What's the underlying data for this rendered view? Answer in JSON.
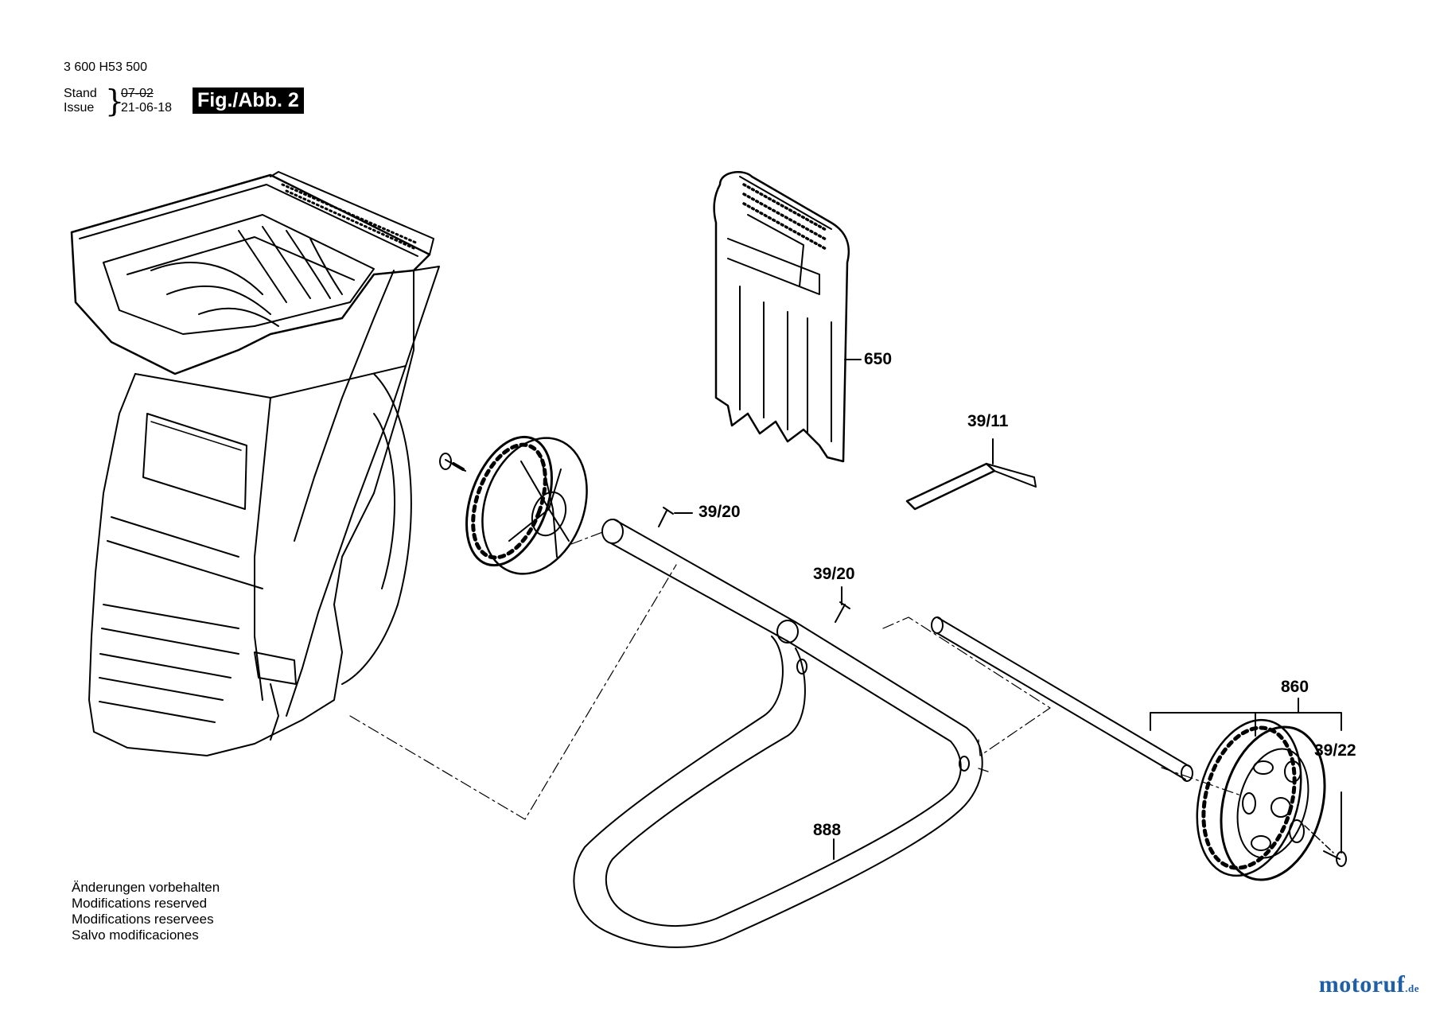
{
  "header": {
    "part_number": "3 600 H53 500",
    "stand_label": "Stand",
    "issue_label": "Issue",
    "stand_value": "07-02",
    "issue_value": "21-06-18",
    "figure_label": "Fig./Abb. 2"
  },
  "callouts": {
    "c650": "650",
    "c3911": "39/11",
    "c3920a": "39/20",
    "c3920b": "39/20",
    "c860": "860",
    "c3922": "39/22",
    "c888": "888"
  },
  "notes": [
    "Änderungen vorbehalten",
    "Modifications reserved",
    "Modifications reservees",
    "Salvo modificaciones"
  ],
  "watermark": {
    "brand": "motoruf",
    "tld": ".de",
    "accent_color": "#1f5fa8",
    "dot_color": "#f2a400"
  }
}
